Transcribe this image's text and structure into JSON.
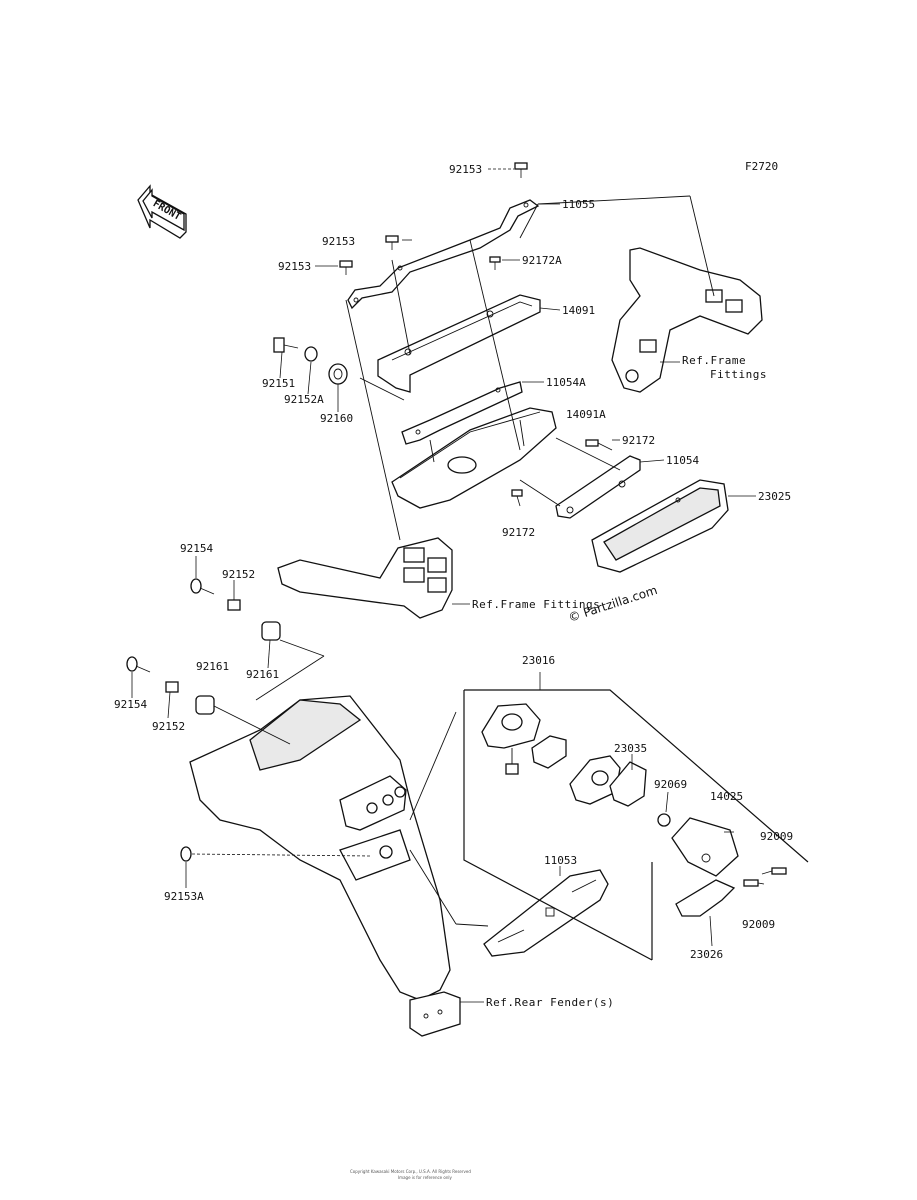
{
  "figure_code": "F2720",
  "front_label": "FRONT",
  "watermark": "© Partzilla.com",
  "parts": {
    "p92153_top": "92153",
    "p11055": "11055",
    "p92153_a": "92153",
    "p92153_b": "92153",
    "p92172A": "92172A",
    "p14091": "14091",
    "p92151": "92151",
    "p92152A": "92152A",
    "p92160": "92160",
    "p11054A": "11054A",
    "p14091A": "14091A",
    "p92172_a": "92172",
    "p11054": "11054",
    "p23025": "23025",
    "p92172_b": "92172",
    "p92154_a": "92154",
    "p92152_a": "92152",
    "p92161_a": "92161",
    "p92161_b": "92161",
    "p92154_b": "92154",
    "p92152_b": "92152",
    "p23016": "23016",
    "p23035": "23035",
    "p92069": "92069",
    "p14025": "14025",
    "p92009_a": "92009",
    "p92009_b": "92009",
    "p11053": "11053",
    "p23026": "23026",
    "p92153A": "92153A"
  },
  "refs": {
    "frame_fittings_1_line1": "Ref.Frame",
    "frame_fittings_1_line2": "Fittings",
    "frame_fittings_2": "Ref.Frame Fittings",
    "rear_fender": "Ref.Rear Fender(s)"
  },
  "footer": {
    "line1": "Copyright Kawasaki Motors Corp., U.S.A. All Rights Reserved",
    "line2": "Image is for reference only"
  }
}
